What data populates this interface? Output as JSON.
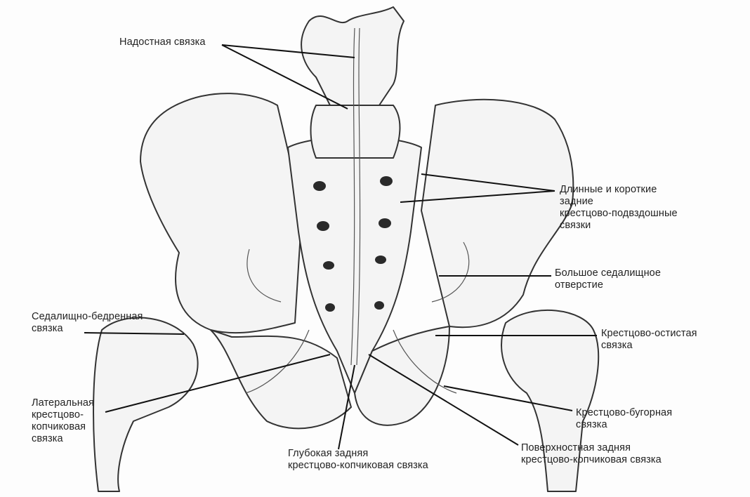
{
  "labels": {
    "supraspinous": "Надостная связка",
    "long_short": [
      "Длинные и короткие",
      "задние",
      "крестцово-подвздошные",
      "связки"
    ],
    "greater_sciatic": [
      "Большое седалищное",
      "отверстие"
    ],
    "ischiofemoral": [
      "Седалищно-бедренная",
      "связка"
    ],
    "sacrospinous": [
      "Крестцово-остистая",
      "связка"
    ],
    "lateral_sacrococcygeal": [
      "Латеральная",
      "крестцово-",
      "копчиковая",
      "связка"
    ],
    "sacrotuberous": [
      "Крестцово-бугорная",
      "связка"
    ],
    "deep_posterior": [
      "Глубокая задняя",
      "крестцово-копчиковая связка"
    ],
    "superficial_posterior": [
      "Поверхностная задняя",
      "крестцово-копчиковая связка"
    ]
  }
}
